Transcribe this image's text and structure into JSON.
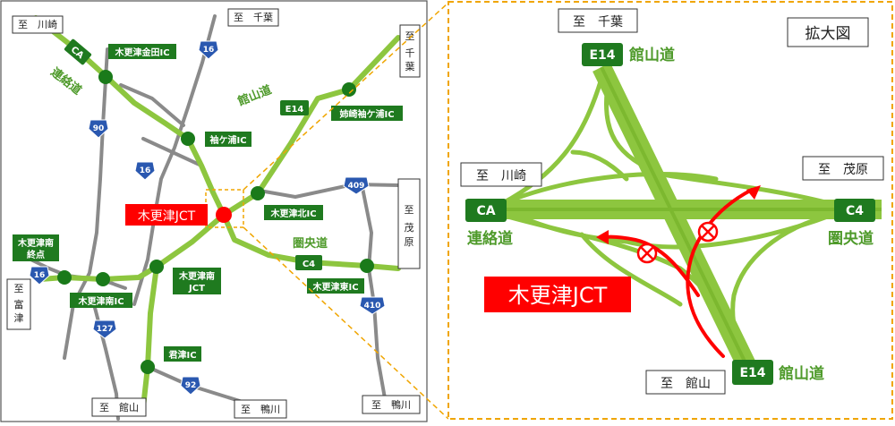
{
  "colors": {
    "expressway": "#8dc63f",
    "expressway_dark": "#7cb82f",
    "road_gray": "#8a8a8a",
    "ic_green": "#1a7a1a",
    "label_green_bg": "#1f7a1f",
    "label_green_text": "#ffffff",
    "route_name_green": "#4e9a2a",
    "jct_red": "#ff0000",
    "callout_orange": "#f0a500",
    "natl_route_blue": "#2a58b0"
  },
  "left_map": {
    "destinations": {
      "kawasaki": "至　川崎",
      "chiba": "至　千葉",
      "chiba_v": [
        "至",
        "千",
        "葉"
      ],
      "mobara_v": [
        "至",
        "茂",
        "原"
      ],
      "futtsu_v": [
        "至",
        "富",
        "津"
      ],
      "tateyama": "至　館山",
      "kamogawa_1": "至　鴨川",
      "kamogawa_2": "至　鴨川"
    },
    "route_shields": {
      "ca": "CA",
      "e14": "E14",
      "c4": "C4"
    },
    "national_routes": {
      "r16_top": "16",
      "r16_mid": "16",
      "r16_left": "16",
      "r90": "90",
      "r127": "127",
      "r92": "92",
      "r409": "409",
      "r410": "410"
    },
    "route_names": {
      "renrakudo": "連絡道",
      "tateyamado": "館山道",
      "kenodo": "圏央道"
    },
    "interchanges": {
      "kisarazu_kaneda": "木更津金田IC",
      "anegasaki_sodegaura": "姉崎袖ケ浦IC",
      "sodegaura": "袖ケ浦IC",
      "kisarazu_kita": "木更津北IC",
      "kisarazu_minami_shuten_1": "木更津南",
      "kisarazu_minami_shuten_2": "終点",
      "kisarazu_minami_ic": "木更津南IC",
      "kisarazu_minami_jct_1": "木更津南",
      "kisarazu_minami_jct_2": "JCT",
      "kisarazu_higashi": "木更津東IC",
      "kimitsu": "君津IC"
    },
    "jct_label": "木更津JCT"
  },
  "right_map": {
    "title": "拡大図",
    "destinations": {
      "chiba": "至　千葉",
      "kawasaki": "至　川崎",
      "mobara": "至　茂原",
      "tateyama": "至　館山"
    },
    "shields": {
      "e14_top": "E14",
      "ca": "CA",
      "c4": "C4",
      "e14_bottom": "E14"
    },
    "route_names": {
      "tateyamado_top": "館山道",
      "renrakudo": "連絡道",
      "kenodo": "圏央道",
      "tateyamado_bottom": "館山道"
    },
    "jct_label": "木更津JCT"
  }
}
